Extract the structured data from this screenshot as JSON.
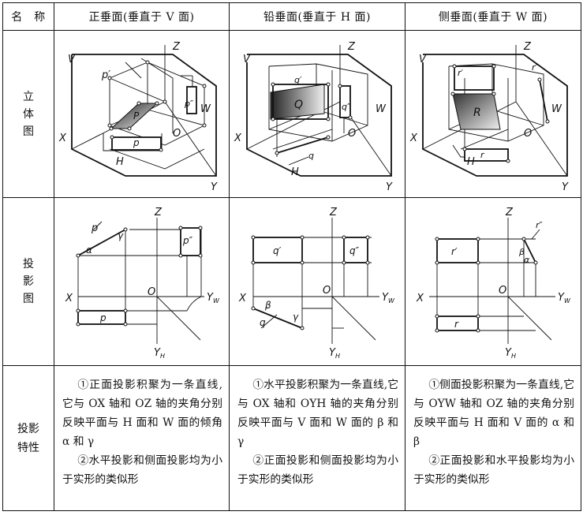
{
  "header": {
    "name": "名　称",
    "col1": "正垂面(垂直于 V 面)",
    "col2": "铅垂面(垂直于 H 面)",
    "col3": "侧垂面(垂直于 W 面)"
  },
  "rows": {
    "solid": "立体图",
    "projection": "投影图",
    "properties": "投影特性"
  },
  "axes": {
    "X": "X",
    "Y": "Y",
    "Z": "Z",
    "O": "O",
    "V": "V",
    "H": "H",
    "W": "W",
    "YW": "Y",
    "YH": "Y",
    "W_sub": "W",
    "H_sub": "H"
  },
  "col1": {
    "plane": "P",
    "p1": "p′",
    "p2": "p″",
    "p0": "p",
    "alpha": "α",
    "gamma": "γ",
    "text1": "①正面投影积聚为一条直线,它与 OX 轴和 OZ 轴的夹角分别反映平面与 H 面和 W 面的倾角 α 和 γ",
    "text2": "②水平投影和侧面投影均为小于实形的类似形"
  },
  "col2": {
    "plane": "Q",
    "q1": "q′",
    "q2": "q″",
    "q0": "q",
    "beta": "β",
    "gamma": "γ",
    "text1": "①水平投影积聚为一条直线,它与 OX 轴和 OYH 轴的夹角分别反映平面与 V 面和 W 面的 β 和 γ",
    "text2": "②正面投影和侧面投影均为小于实形的类似形"
  },
  "col3": {
    "plane": "R",
    "r1": "r′",
    "r2": "r″",
    "r0": "r",
    "alpha": "α",
    "beta": "β",
    "text1": "①侧面投影积聚为一条直线,它与 OYW 轴和 OZ 轴的夹角分别反映平面与 H 面和 V 面的 α 和 β",
    "text2": "②正面投影和水平投影均为小于实形的类似形"
  }
}
